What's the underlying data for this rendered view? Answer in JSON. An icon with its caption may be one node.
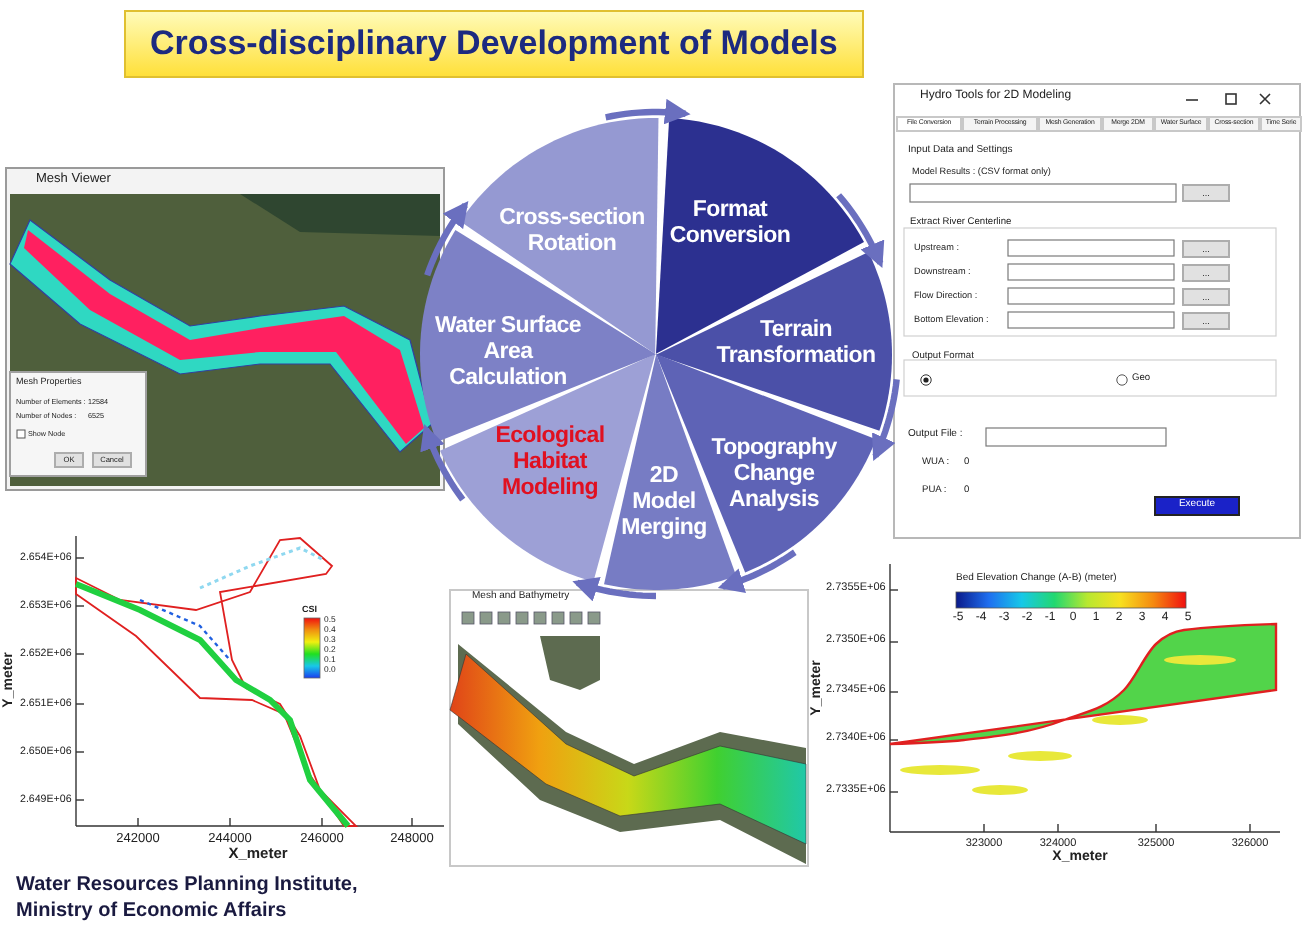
{
  "diagram": {
    "title": "Cross-disciplinary Development of Models",
    "nodes": [
      {
        "text": [
          "Format Conversion"
        ]
      },
      {
        "text": [
          "Terrain Transformation"
        ]
      },
      {
        "text": [
          "Topography Change Analysis"
        ]
      },
      {
        "text": [
          "2D Model Merging"
        ]
      },
      {
        "text": [
          "Ecological Habitat Modeling"
        ]
      },
      {
        "text": [
          "Water Surface Area Calculation"
        ]
      },
      {
        "text": [
          "Cross-section Rotation"
        ]
      }
    ],
    "edges": [
      {
        "from": 0,
        "to": 1,
        "arrow": "to"
      },
      {
        "from": 1,
        "to": 2,
        "arrow": "to"
      },
      {
        "from": 2,
        "to": 3,
        "arrow": "to"
      },
      {
        "from": 3,
        "to": 4,
        "arrow": "to"
      },
      {
        "from": 4,
        "to": 5,
        "arrow": "to"
      },
      {
        "from": 5,
        "to": 6,
        "arrow": "to"
      },
      {
        "from": 6,
        "to": 0,
        "arrow": "to"
      }
    ],
    "labels": [
      "Mesh Viewer",
      "Mesh Properties",
      "Number of Elements :",
      "12584",
      "Number of Nodes :",
      "6525",
      "Show Node",
      "OK",
      "Cancel",
      "Hydro Tools for 2D Modeling",
      "File Conversion",
      "Terrain Processing",
      "Mesh Generation",
      "Merge 2DM",
      "Water Surface",
      "Cross-section",
      "Time Serie",
      "Input Data and Settings",
      "Model Results : (CSV format only)",
      "...",
      "Extract River Centerline",
      "Upstream :",
      "...",
      "Downstream :",
      "...",
      "Flow Direction :",
      "...",
      "Bottom Elevation :",
      "...",
      "Output Format",
      "Geo",
      "Output File :",
      "WUA :",
      "0",
      "PUA :",
      "0",
      "Execute",
      "2.654E+06",
      "2.653E+06",
      "2.652E+06",
      "2.651E+06",
      "2.650E+06",
      "2.649E+06",
      "242000",
      "244000",
      "246000",
      "248000",
      "X_meter",
      "Y_meter",
      "CSI",
      "0.5",
      "0.4",
      "0.3",
      "0.2",
      "0.1",
      "0.0",
      "Mesh and Bathymetry",
      "Bed Elevation Change (A-B) (meter)",
      "-5",
      "-4",
      "-3",
      "-2",
      "-1",
      "0",
      "1",
      "2",
      "3",
      "4",
      "5",
      "2.7355E+06",
      "2.7350E+06",
      "2.7345E+06",
      "2.7340E+06",
      "2.7335E+06",
      "323000",
      "324000",
      "325000",
      "326000",
      "X_meter",
      "Y_meter",
      "Water Resources Planning Institute, Ministry of Economic Affairs"
    ]
  }
}
